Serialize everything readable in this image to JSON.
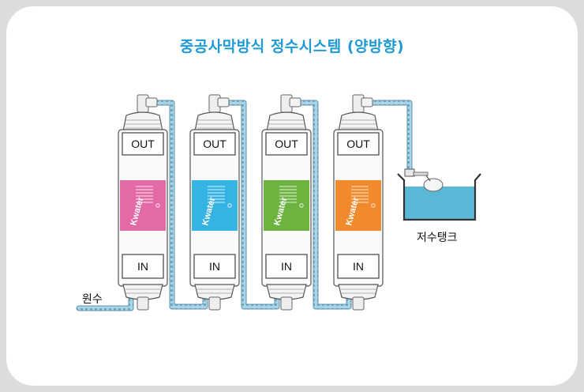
{
  "title": "중공사막방식 정수시스템 (양방향)",
  "source_label": "원수",
  "tank_label": "저수탱크",
  "filters": [
    {
      "out_label": "OUT",
      "in_label": "IN",
      "brand": "Kwater",
      "color": "#e46aa5"
    },
    {
      "out_label": "OUT",
      "in_label": "IN",
      "brand": "Kwater",
      "color": "#35b3e2"
    },
    {
      "out_label": "OUT",
      "in_label": "IN",
      "brand": "Kwater",
      "color": "#6db33f"
    },
    {
      "out_label": "OUT",
      "in_label": "IN",
      "brand": "Kwater",
      "color": "#f08a2c"
    }
  ],
  "colors": {
    "pipe": "#7fb6cf",
    "water": "#5ab8d6",
    "title": "#1e9ad6"
  }
}
